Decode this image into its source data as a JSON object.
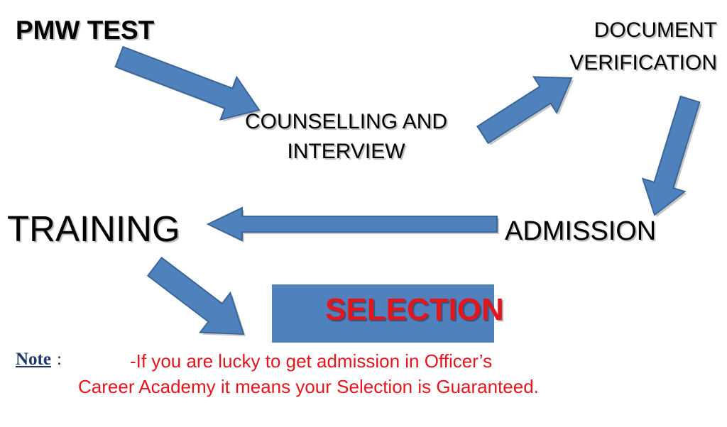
{
  "colors": {
    "arrow_fill": "#4f81bd",
    "arrow_stroke": "#3a6698",
    "selection_box": "#4f81bd",
    "selection_text": "#e3161d",
    "note_label": "#1f3864",
    "note_text": "#e3161d"
  },
  "nodes": {
    "pmw_test": "PMW  TEST",
    "document_verification": [
      "DOCUMENT",
      "VERIFICATION"
    ],
    "counselling_interview": [
      "COUNSELLING AND",
      "INTERVIEW"
    ],
    "training": "TRAINING",
    "admission": "ADMISSION",
    "selection": "SELECTION"
  },
  "note": {
    "label": "Note",
    "colon": ":",
    "lines": [
      "-If you are lucky to get admission in Officer’s",
      "Career Academy it means your Selection is Guaranteed."
    ]
  }
}
